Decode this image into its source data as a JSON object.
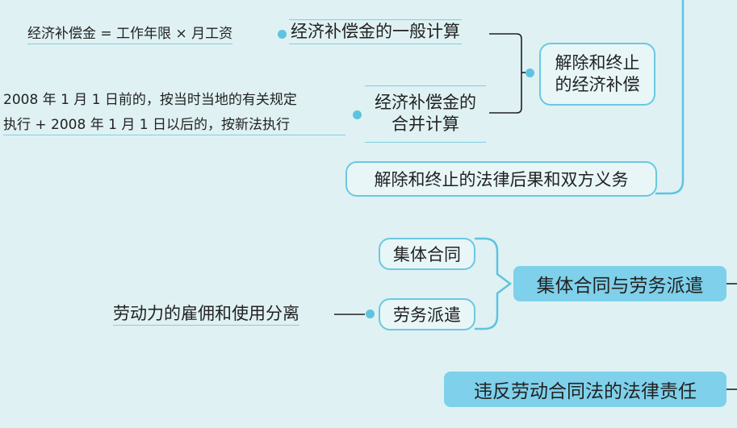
{
  "nodes": {
    "formula": "经济补偿金 = 工作年限 × 月工资",
    "general_calc": "经济补偿金的一般计算",
    "combined_rule_line1": "2008 年 1 月 1 日前的，按当时当地的有关规定",
    "combined_rule_line2": "执行 + 2008 年 1 月 1 日以后的，按新法执行",
    "combined_calc_line1": "经济补偿金的",
    "combined_calc_line2": "合并计算",
    "econ_comp_line1": "解除和终止",
    "econ_comp_line2": "的经济补偿",
    "legal_consequence": "解除和终止的法律后果和双方义务",
    "collective_contract": "集体合同",
    "labor_dispatch": "劳务派遣",
    "collective_and_dispatch": "集体合同与劳务派遣",
    "separation": "劳动力的雇佣和使用分离",
    "liability": "违反劳动合同法的法律责任"
  }
}
